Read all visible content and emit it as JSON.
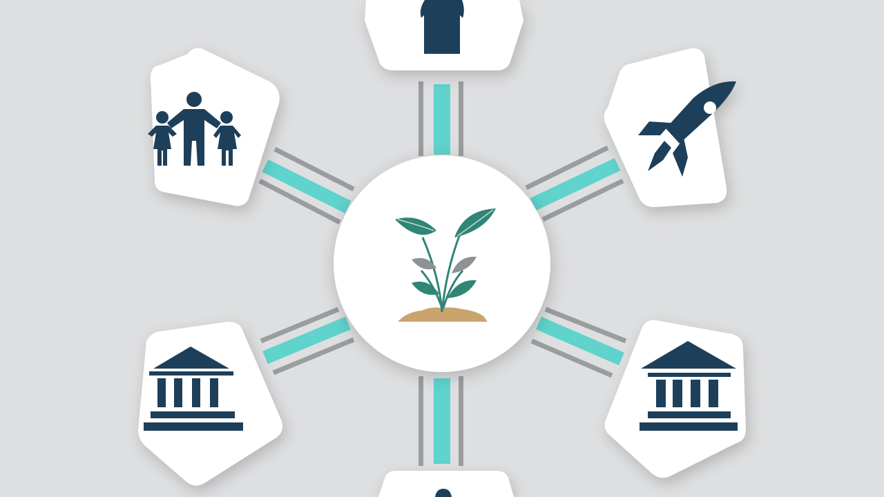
{
  "colors": {
    "background": "#dedfe0",
    "card": "#ffffff",
    "icon_navy": "#1e3f59",
    "accent_teal": "#5fd3cc",
    "connector_grey": "#9a9c9e",
    "leaf_green": "#2f8576",
    "leaf_grey": "#8e9294",
    "soil": "#c9a46d"
  },
  "hub": {
    "icon": "seedling-icon"
  },
  "nodes": [
    {
      "id": "top",
      "icon": "person-icon"
    },
    {
      "id": "top-right",
      "icon": "rocket-icon"
    },
    {
      "id": "bottom-right",
      "icon": "bank-building-icon"
    },
    {
      "id": "bottom",
      "icon": "partial-card-icon"
    },
    {
      "id": "bottom-left",
      "icon": "bank-building-icon"
    },
    {
      "id": "top-left",
      "icon": "family-icon"
    }
  ]
}
